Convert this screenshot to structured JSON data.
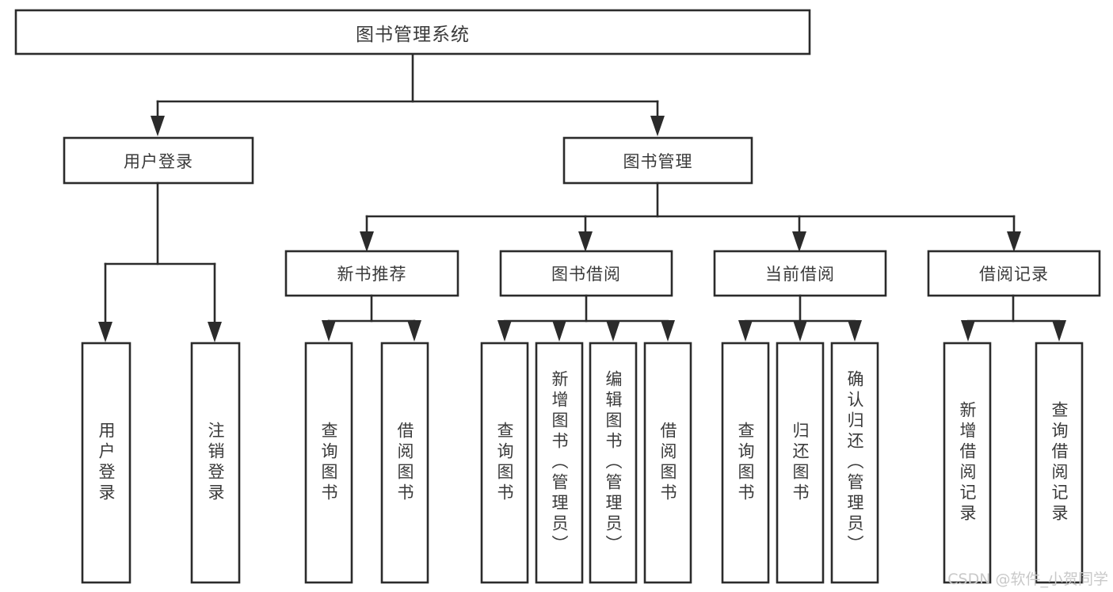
{
  "diagram": {
    "title_text": "图书管理系统",
    "type": "tree",
    "stroke_color": "#2b2b2b",
    "fill_color": "#ffffff",
    "text_color": "#3a3a3a",
    "watermark": "CSDN @软件_小贺同学",
    "levels": {
      "root": {
        "label": "图书管理系统",
        "orientation": "horizontal"
      },
      "level1": [
        {
          "label": "用户登录",
          "orientation": "horizontal"
        },
        {
          "label": "图书管理",
          "orientation": "horizontal"
        }
      ],
      "level2": [
        {
          "label": "新书推荐",
          "orientation": "horizontal"
        },
        {
          "label": "图书借阅",
          "orientation": "horizontal"
        },
        {
          "label": "当前借阅",
          "orientation": "horizontal"
        },
        {
          "label": "借阅记录",
          "orientation": "horizontal"
        }
      ],
      "leaves": {
        "user_login": [
          {
            "label": "用户登录",
            "orientation": "vertical"
          },
          {
            "label": "注销登录",
            "orientation": "vertical"
          }
        ],
        "new_book_recommend": [
          {
            "label": "查询图书",
            "orientation": "vertical"
          },
          {
            "label": "借阅图书",
            "orientation": "vertical"
          }
        ],
        "book_borrow": [
          {
            "label": "查询图书",
            "orientation": "vertical"
          },
          {
            "label": "新增图书（管理员）",
            "orientation": "vertical"
          },
          {
            "label": "编辑图书（管理员）",
            "orientation": "vertical"
          },
          {
            "label": "借阅图书",
            "orientation": "vertical"
          }
        ],
        "current_borrow": [
          {
            "label": "查询图书",
            "orientation": "vertical"
          },
          {
            "label": "归还图书",
            "orientation": "vertical"
          },
          {
            "label": "确认归还（管理员）",
            "orientation": "vertical"
          }
        ],
        "borrow_record": [
          {
            "label": "新增借阅记录",
            "orientation": "vertical"
          },
          {
            "label": "查询借阅记录",
            "orientation": "vertical"
          }
        ]
      }
    }
  }
}
